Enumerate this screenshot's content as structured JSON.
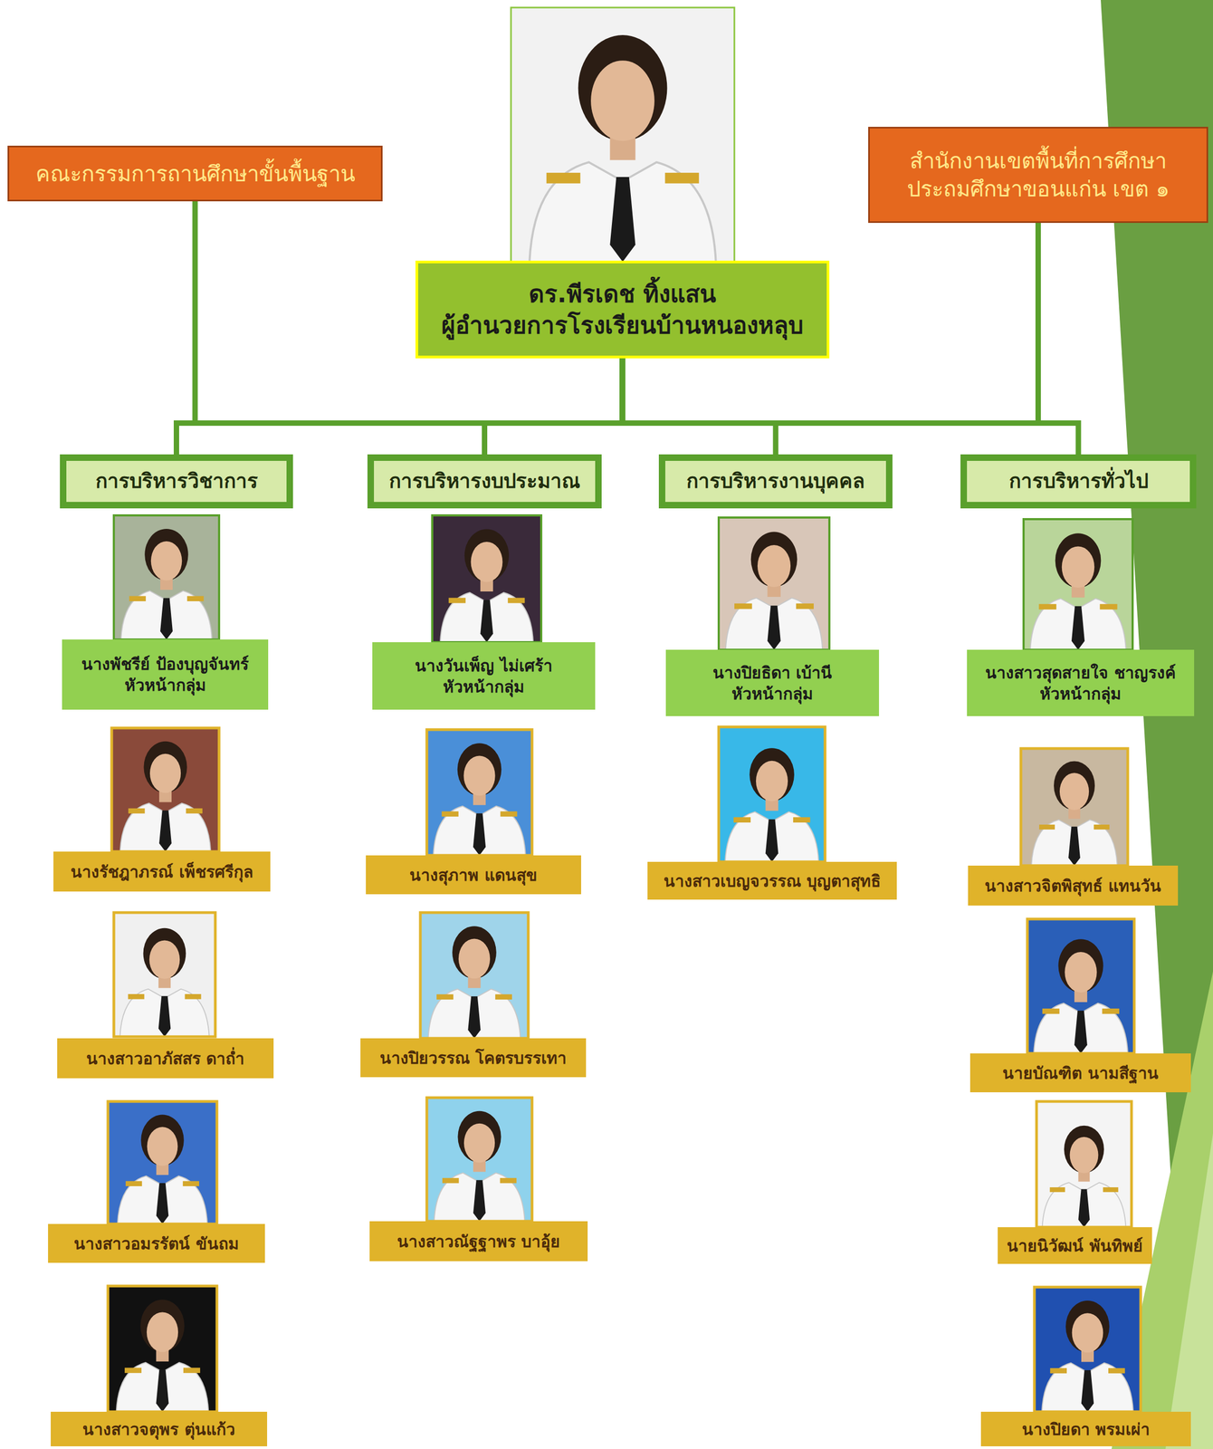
{
  "diagram": {
    "nodes": [
      {
        "text": [
          "คณะกรรมการถานศึกษาขั้นพื้นฐาน"
        ]
      },
      {
        "text": [
          "ดร.พีรเดช ทิ้งแสน",
          "ผู้อำนวยการโรงเรียนบ้านหนองหลุบ"
        ]
      },
      {
        "text": [
          "สำนักงานเขตพื้นที่การศึกษา ประถมศึกษาขอนแก่น เขต ๑"
        ]
      },
      {
        "text": [
          "การบริหารวิชาการ"
        ]
      },
      {
        "text": [
          "การบริหารงบประมาณ"
        ]
      },
      {
        "text": [
          "การบริหารงานบุคคล"
        ]
      },
      {
        "text": [
          "การบริหารทั่วไป"
        ]
      },
      {
        "text": [
          "นางพัชรีย์ ป้องบุญจันทร์",
          "หัวหน้ากลุ่ม"
        ]
      },
      {
        "text": [
          "นางรัชฎาภรณ์ เพ็ชรศรีกุล"
        ]
      },
      {
        "text": [
          "นางสาวอาภัสสร ดาถ่ำ"
        ]
      },
      {
        "text": [
          "นางสาวอมรรัตน์ ขันถม"
        ]
      },
      {
        "text": [
          "นางสาวจตุพร ตุ่นแก้ว"
        ]
      },
      {
        "text": [
          "นางวันเพ็ญ ไม่เศร้า",
          "หัวหน้ากลุ่ม"
        ]
      },
      {
        "text": [
          "นางสุภาพ แดนสุข"
        ]
      },
      {
        "text": [
          "นางปิยวรรณ โคตรบรรเทา"
        ]
      },
      {
        "text": [
          "นางสาวณัฐฐาพร บาอุ้ย"
        ]
      },
      {
        "text": [
          "นางปิยธิดา เบ้านี",
          "หัวหน้ากลุ่ม"
        ]
      },
      {
        "text": [
          "นางสาวเบญจวรรณ บุญตาสุทธิ"
        ]
      },
      {
        "text": [
          "นางสาวสุดสายใจ ชาญรงค์",
          "หัวหน้ากลุ่ม"
        ]
      },
      {
        "text": [
          "นางสาวจิตพิสุทธ์ แทนวัน"
        ]
      },
      {
        "text": [
          "นายบัณฑิต นามสีฐาน"
        ]
      },
      {
        "text": [
          "นายนิวัฒน์ พันทิพย์"
        ]
      },
      {
        "text": [
          "นางปิยดา พรมเผ่า"
        ]
      }
    ],
    "edges": [
      {
        "from": 0,
        "to": 1,
        "arrow": "none"
      },
      {
        "from": 1,
        "to": 2,
        "arrow": "none"
      },
      {
        "from": 1,
        "to": 3,
        "arrow": "none"
      },
      {
        "from": 1,
        "to": 4,
        "arrow": "none"
      },
      {
        "from": 1,
        "to": 5,
        "arrow": "none"
      },
      {
        "from": 1,
        "to": 6,
        "arrow": "none"
      }
    ]
  }
}
